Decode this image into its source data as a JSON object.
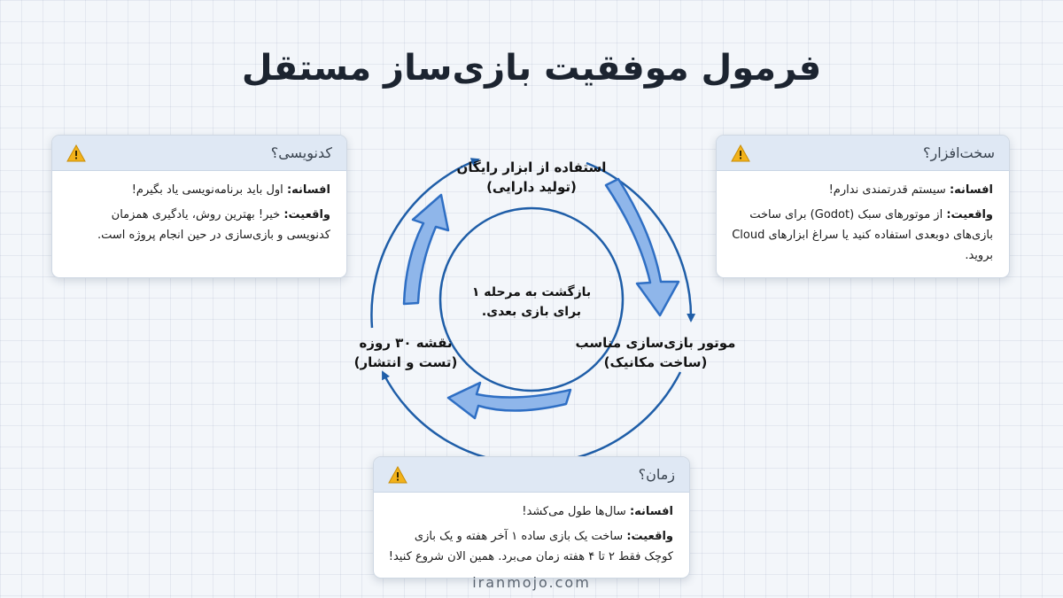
{
  "title": "فرمول موفقیت بازی‌ساز مستقل",
  "cycle": {
    "steps": [
      {
        "line1": "استفاده از ابزار رایگان",
        "line2": "(تولید دارایی)"
      },
      {
        "line1": "موتور بازی‌سازی مناسب",
        "line2": "(ساخت مکانیک)"
      },
      {
        "line1": "نقشه ۳۰ روزه",
        "line2": "(تست و انتشار)"
      }
    ],
    "center": {
      "line1": "بازگشت به مرحله ۱",
      "line2": "برای بازی بعدی."
    }
  },
  "cards": {
    "software": {
      "title": "کدنویسی؟",
      "myth_label": "افسانه:",
      "myth_text": "اول باید برنامه‌نویسی یاد بگیرم!",
      "reality_label": "واقعیت:",
      "reality_text": "خیر! بهترین روش، یادگیری همزمان کدنویسی و بازی‌سازی در حین انجام پروژه است."
    },
    "hardware": {
      "title": "سخت‌افزار؟",
      "myth_label": "افسانه:",
      "myth_text": "سیستم قدرتمندی ندارم!",
      "reality_label": "واقعیت:",
      "reality_text": "از موتورهای سبک (Godot) برای ساخت بازی‌های دوبعدی استفاده کنید یا سراغ ابزارهای Cloud بروید."
    },
    "time": {
      "title": "زمان؟",
      "myth_label": "افسانه:",
      "myth_text": "سال‌ها طول می‌کشد!",
      "reality_label": "واقعیت:",
      "reality_text": "ساخت یک بازی ساده ۱ آخر هفته و یک بازی کوچک فقط ۲ تا ۴ هفته زمان می‌برد. همین الان شروع کنید!"
    }
  },
  "footer": "iranmojo.com",
  "colors": {
    "accent": "#2f6fc4",
    "arrow_fill": "#8fb6ea",
    "circle_stroke": "#1f5ea8",
    "card_header": "#dfe8f4",
    "warning": "#f2b21b"
  },
  "icons": {
    "card": "warning-icon"
  }
}
